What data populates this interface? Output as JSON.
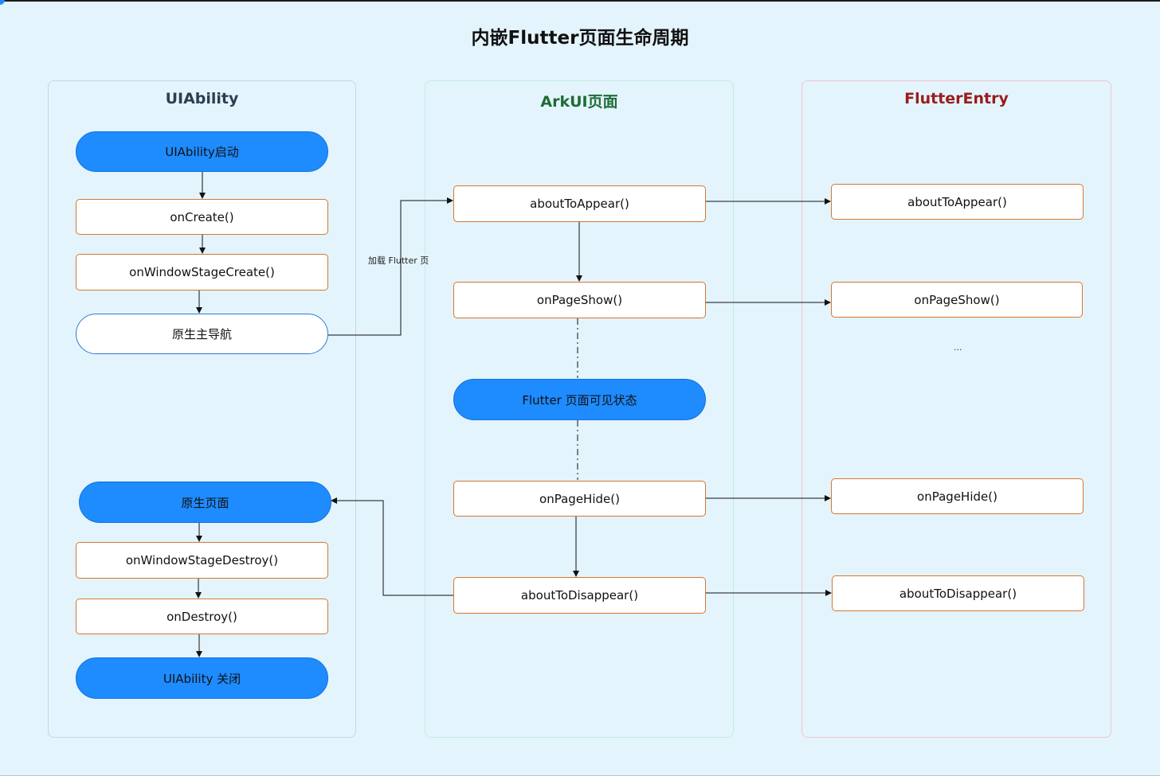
{
  "title": "内嵌Flutter页面生命周期",
  "lanes": {
    "uiability": {
      "label": "UIAbility",
      "color": "#2c3e50"
    },
    "arkui": {
      "label": "ArkUI页面",
      "color": "#1e6b34"
    },
    "flutter": {
      "label": "FlutterEntry",
      "color": "#9b1c1c"
    }
  },
  "uiability": {
    "start": "UIAbility启动",
    "on_create": "onCreate()",
    "on_window_stage_create": "onWindowStageCreate()",
    "native_nav": "原生主导航",
    "native_page": "原生页面",
    "on_window_stage_destroy": "onWindowStageDestroy()",
    "on_destroy": "onDestroy()",
    "close": "UIAbility 关闭"
  },
  "arkui": {
    "about_to_appear": "aboutToAppear()",
    "on_page_show": "onPageShow()",
    "visible_state": "Flutter 页面可见状态",
    "on_page_hide": "onPageHide()",
    "about_to_disappear": "aboutToDisappear()"
  },
  "flutter": {
    "about_to_appear": "aboutToAppear()",
    "on_page_show": "onPageShow()",
    "ellipsis": "...",
    "on_page_hide": "onPageHide()",
    "about_to_disappear": "aboutToDisappear()"
  },
  "edge_labels": {
    "load_flutter": "加载 Flutter 页"
  }
}
